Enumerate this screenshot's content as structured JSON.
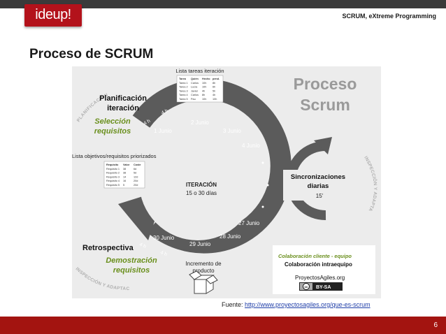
{
  "header": {
    "logo_text": "ideup!",
    "title": "SCRUM, eXtreme Programming"
  },
  "slide": {
    "title": "Proceso de SCRUM",
    "number": "6"
  },
  "diagram": {
    "heading_line1": "Proceso",
    "heading_line2": "Scrum",
    "arc_planificacion": "PLANIFICACIÓN",
    "arc_inspeccion_right": "INSPECCIÓN Y ADAPTACIÓN",
    "arc_inspeccion_left": "INSPECCIÓN Y ADAPTACIÓN",
    "task_list_title": "Lista tareas iteración",
    "task_table": {
      "headers": [
        "Tarea",
        "Quién",
        "Hecho",
        "pend."
      ],
      "rows": [
        [
          "Tarea 1",
          "Carlos",
          "10h",
          "8h"
        ],
        [
          "Tarea 2",
          "Lucía",
          "10h",
          "6h"
        ],
        [
          "Tarea 3",
          "Javier",
          "4h",
          "5h"
        ],
        [
          "Tarea 4",
          "Carlos",
          "8h",
          "4h"
        ],
        [
          "Tarea 5",
          "Pau",
          "10h",
          "10h"
        ]
      ]
    },
    "planning_line1": "Planificación",
    "planning_line2": "iteración",
    "seleccion_line1": "Selección",
    "seleccion_line2": "requisitos",
    "hours_4h": "4 h",
    "dates": {
      "d1": "1 Junio",
      "d2": "2 Junio",
      "d3": "3 Junio",
      "d4": "4 Junio",
      "d27": "27 Junio",
      "d28": "28 Junio",
      "d29": "29 Junio",
      "d30": "30 Junio"
    },
    "requirements_title": "Lista objetivos/requisitos priorizados",
    "req_table": {
      "headers": [
        "Requisito",
        "Valor",
        "Coste"
      ],
      "rows": [
        [
          "Requisito 1",
          "38",
          "6d"
        ],
        [
          "Requisito 2",
          "38",
          "5d"
        ],
        [
          "Requisito 3",
          "14",
          "12d"
        ],
        [
          "Requisito 4",
          "16",
          "20d"
        ],
        [
          "Requisito 5",
          "5",
          "20d"
        ]
      ]
    },
    "iteracion_title": "ITERACIÓN",
    "iteracion_sub": "15 o 30 días",
    "sync_line1": "Sincronizaciones",
    "sync_line2": "diarias",
    "sync_duration": "15'",
    "retro_label": "Retrospectiva",
    "demo_line1": "Demostración",
    "demo_line2": "requisitos",
    "increment_line1": "Incremento de",
    "increment_line2": "producto",
    "collab_line1": "Colaboración cliente - equipo",
    "collab_line2": "Colaboración intraequipo",
    "brand_site": "ProyectosAgiles.org",
    "license": "BY-SA",
    "license_cc": "cc"
  },
  "source": {
    "prefix": "Fuente: ",
    "link": "http://www.proyectosagiles.org/que-es-scrum"
  },
  "colors": {
    "brand_red": "#b3121b",
    "footer_red": "#a31410",
    "green_text": "#6a8f1d",
    "arrow_gray": "#5b5b5b"
  }
}
